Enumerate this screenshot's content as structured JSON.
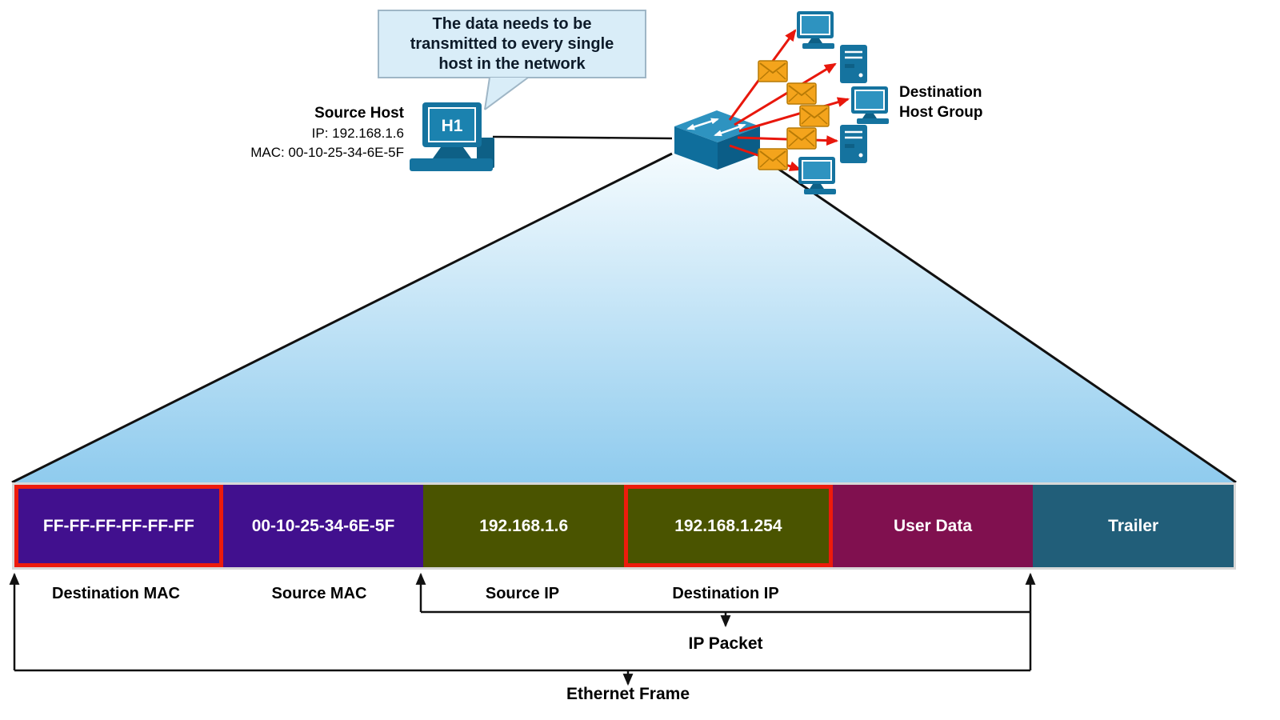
{
  "bubble": {
    "text": "The data needs to be transmitted to every single host in the network"
  },
  "source_host": {
    "title": "Source Host",
    "ip_line": "IP: 192.168.1.6",
    "mac_line": "MAC: 00-10-25-34-6E-5F",
    "device_label": "H1"
  },
  "destination_group": {
    "line1": "Destination",
    "line2": "Host Group"
  },
  "frame": {
    "segments": [
      {
        "value": "FF-FF-FF-FF-FF-FF",
        "field": "Destination MAC",
        "color": "#41108E",
        "highlight": true
      },
      {
        "value": "00-10-25-34-6E-5F",
        "field": "Source MAC",
        "color": "#41108E",
        "highlight": false
      },
      {
        "value": "192.168.1.6",
        "field": "Source IP",
        "color": "#4A5400",
        "highlight": false
      },
      {
        "value": "192.168.1.254",
        "field": "Destination IP",
        "color": "#4A5400",
        "highlight": true
      },
      {
        "value": "User Data",
        "field": "",
        "color": "#80104F",
        "highlight": false
      },
      {
        "value": "Trailer",
        "field": "",
        "color": "#215E79",
        "highlight": false
      }
    ],
    "ip_packet_label": "IP Packet",
    "ethernet_frame_label": "Ethernet Frame"
  },
  "colors": {
    "highlight_border": "#ED1B0C",
    "funnel_top": "#F4FBFE",
    "funnel_bottom": "#8FCBEE",
    "device_teal": "#15739F",
    "envelope_orange": "#F4A41C",
    "arrow_red": "#E8170C",
    "bubble_bg": "#D9EDF8"
  }
}
